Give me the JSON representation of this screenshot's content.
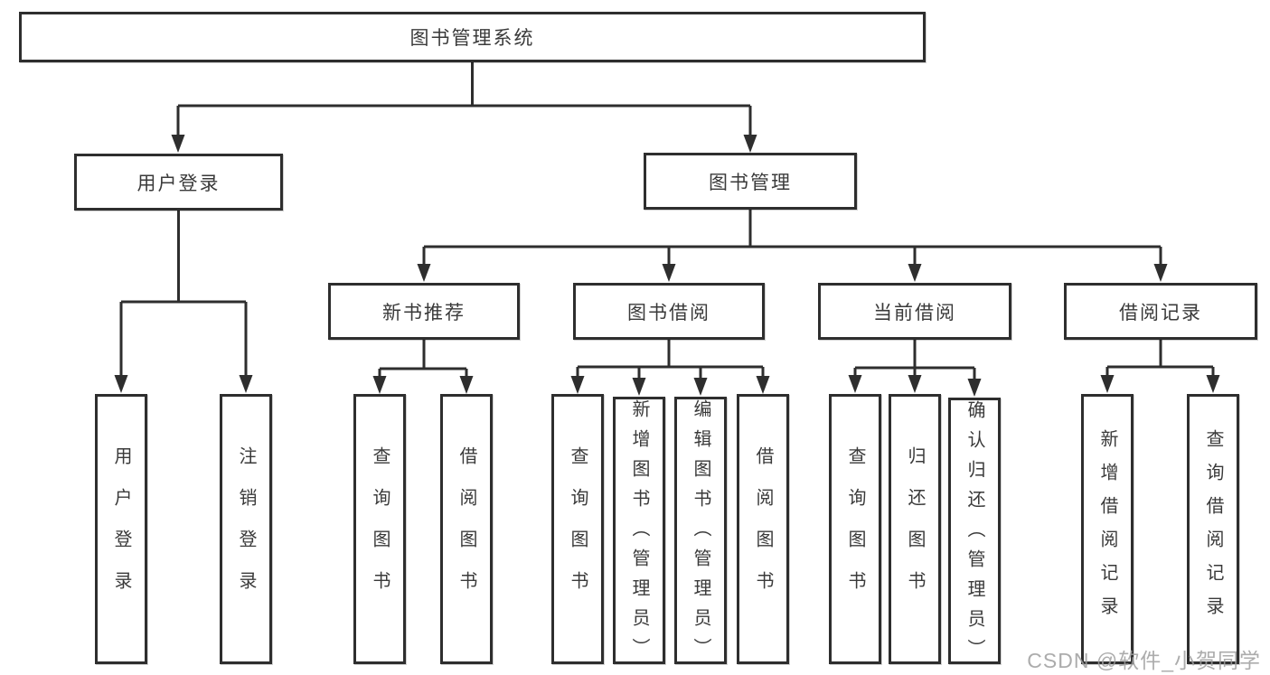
{
  "diagram": {
    "root": {
      "label": "图书管理系统"
    },
    "branches": [
      {
        "label": "用户登录",
        "leaves": [
          {
            "label": "用户登录"
          },
          {
            "label": "注销登录"
          }
        ]
      },
      {
        "label": "图书管理",
        "sections": [
          {
            "label": "新书推荐",
            "leaves": [
              {
                "label": "查询图书"
              },
              {
                "label": "借阅图书"
              }
            ]
          },
          {
            "label": "图书借阅",
            "leaves": [
              {
                "label": "查询图书"
              },
              {
                "label": "新增图书（管理员）"
              },
              {
                "label": "编辑图书（管理员）"
              },
              {
                "label": "借阅图书"
              }
            ]
          },
          {
            "label": "当前借阅",
            "leaves": [
              {
                "label": "查询图书"
              },
              {
                "label": "归还图书"
              },
              {
                "label": "确认归还（管理员）"
              }
            ]
          },
          {
            "label": "借阅记录",
            "leaves": [
              {
                "label": "新增借阅记录"
              },
              {
                "label": "查询借阅记录"
              }
            ]
          }
        ]
      }
    ]
  },
  "watermark": {
    "text": "CSDN @软件_小贺同学"
  },
  "colors": {
    "line": "#2e2e2e",
    "text": "#3a3a3a",
    "background": "#ffffff",
    "watermark": "#9e9e9e"
  }
}
